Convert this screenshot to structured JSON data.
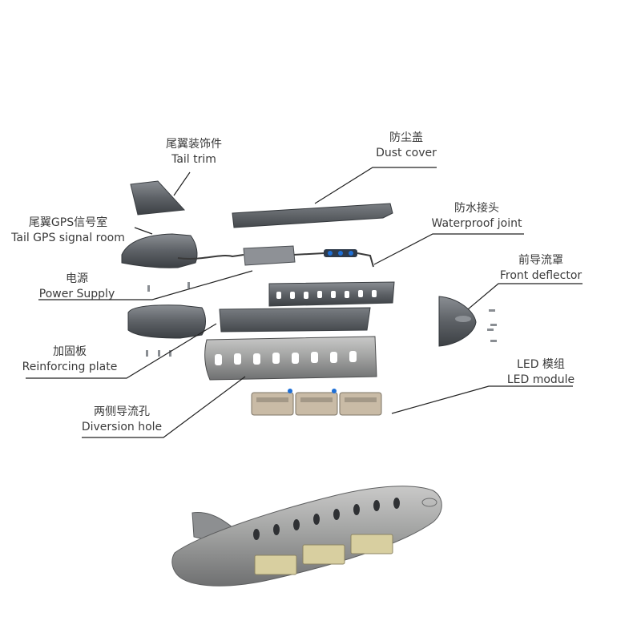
{
  "parts": {
    "tail_trim": {
      "cn": "尾翼装饰件",
      "en": "Tail trim"
    },
    "dust_cover": {
      "cn": "防尘盖",
      "en": "Dust cover"
    },
    "tail_gps": {
      "cn": "尾翼GPS信号室",
      "en": "Tail GPS signal room"
    },
    "waterproof_joint": {
      "cn": "防水接头",
      "en": "Waterproof joint"
    },
    "power_supply": {
      "cn": "电源",
      "en": "Power Supply"
    },
    "front_deflector": {
      "cn": "前导流罩",
      "en": "Front deflector"
    },
    "reinforcing_plate": {
      "cn": "加固板",
      "en": "Reinforcing plate"
    },
    "led_module": {
      "cn": "LED 模组",
      "en": "LED module"
    },
    "diversion_hole": {
      "cn": "两侧导流孔",
      "en": "Diversion hole"
    }
  },
  "colors": {
    "housing": "#6c7075",
    "housing_dark": "#3f4347",
    "assembled_body": "#a9aaa9",
    "led_blue": "#1e6fd6",
    "leader_line": "#222222"
  }
}
